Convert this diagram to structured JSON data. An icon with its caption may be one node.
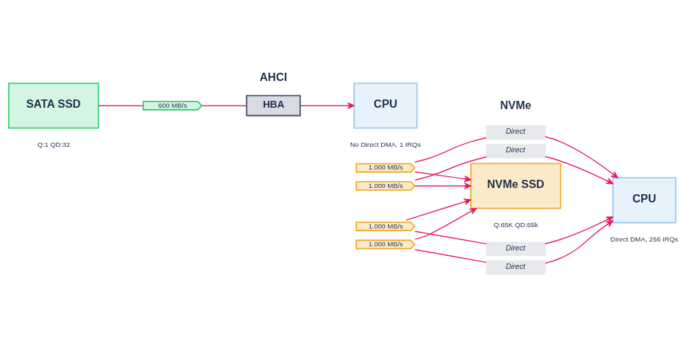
{
  "diagram": {
    "nodes": [
      {
        "text": [
          "SATA SSD"
        ],
        "beside": [
          "Q:1 QD:32"
        ]
      },
      {
        "text": [
          "600 MB/s"
        ]
      },
      {
        "text": [
          "HBA"
        ]
      },
      {
        "text": [
          "CPU"
        ],
        "beside": [
          "No Direct DMA, 1 IRQs"
        ]
      },
      {
        "text": [
          "NVMe SSD"
        ],
        "beside": [
          "Q:65K QD:65k"
        ]
      },
      {
        "text": [
          "1.000 MB/s"
        ]
      },
      {
        "text": [
          "Direct"
        ]
      },
      {
        "text": [
          "1.000 MB/s"
        ]
      },
      {
        "text": [
          "Direct"
        ]
      },
      {
        "text": [
          "1.000 MB/s"
        ]
      },
      {
        "text": [
          "Direct"
        ]
      },
      {
        "text": [
          "1.000 MB/s"
        ]
      },
      {
        "text": [
          "Direct"
        ]
      },
      {
        "text": [
          "CPU"
        ],
        "beside": [
          "Direct DMA, 256 IRQs"
        ]
      }
    ],
    "edges": [
      {
        "from": 0,
        "to": 1,
        "arrow": "none"
      },
      {
        "from": 1,
        "to": 2,
        "arrow": "none"
      },
      {
        "from": 2,
        "to": 3,
        "arrow": "to"
      },
      {
        "from": 5,
        "to": 4,
        "arrow": "to"
      },
      {
        "from": 5,
        "to": 6,
        "arrow": "none"
      },
      {
        "from": 6,
        "to": 13,
        "arrow": "to"
      },
      {
        "from": 7,
        "to": 4,
        "arrow": "to"
      },
      {
        "from": 7,
        "to": 8,
        "arrow": "none"
      },
      {
        "from": 8,
        "to": 13,
        "arrow": "to"
      },
      {
        "from": 9,
        "to": 4,
        "arrow": "to"
      },
      {
        "from": 9,
        "to": 10,
        "arrow": "none"
      },
      {
        "from": 10,
        "to": 13,
        "arrow": "to"
      },
      {
        "from": 11,
        "to": 4,
        "arrow": "to"
      },
      {
        "from": 11,
        "to": 12,
        "arrow": "none"
      },
      {
        "from": 12,
        "to": 13,
        "arrow": "to"
      }
    ],
    "labels": [
      "AHCI",
      "NVMe"
    ]
  }
}
